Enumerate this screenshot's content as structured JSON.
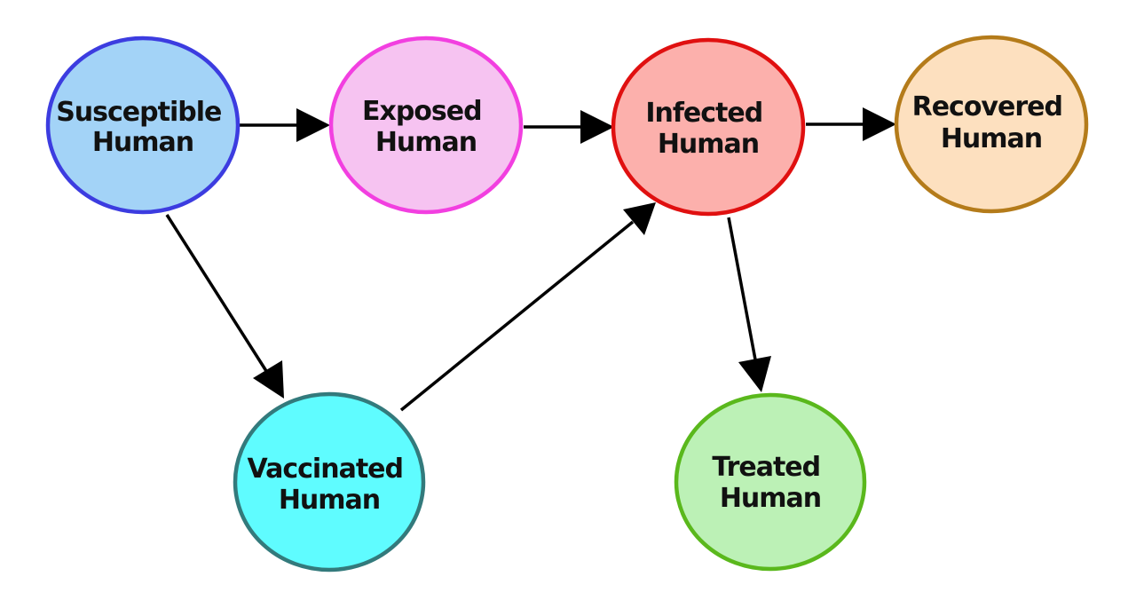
{
  "nodes": [
    {
      "id": "susceptible",
      "line1": "Susceptible",
      "line2": "Human",
      "fill": "#a3d3f7",
      "stroke": "#3c3ce0"
    },
    {
      "id": "exposed",
      "line1": "Exposed",
      "line2": "Human",
      "fill": "#f6c3f1",
      "stroke": "#f23fe0"
    },
    {
      "id": "infected",
      "line1": "Infected",
      "line2": "Human",
      "fill": "#fcb0ac",
      "stroke": "#e01010"
    },
    {
      "id": "recovered",
      "line1": "Recovered",
      "line2": "Human",
      "fill": "#fde0bf",
      "stroke": "#b47b1a"
    },
    {
      "id": "vaccinated",
      "line1": "Vaccinated",
      "line2": "Human",
      "fill": "#5ffcff",
      "stroke": "#337a7c"
    },
    {
      "id": "treated",
      "line1": "Treated",
      "line2": "Human",
      "fill": "#bcf1b6",
      "stroke": "#5ab81c"
    }
  ],
  "edges": [
    {
      "from": "susceptible",
      "to": "exposed"
    },
    {
      "from": "exposed",
      "to": "infected"
    },
    {
      "from": "infected",
      "to": "recovered"
    },
    {
      "from": "susceptible",
      "to": "vaccinated"
    },
    {
      "from": "vaccinated",
      "to": "infected"
    },
    {
      "from": "infected",
      "to": "treated"
    }
  ]
}
